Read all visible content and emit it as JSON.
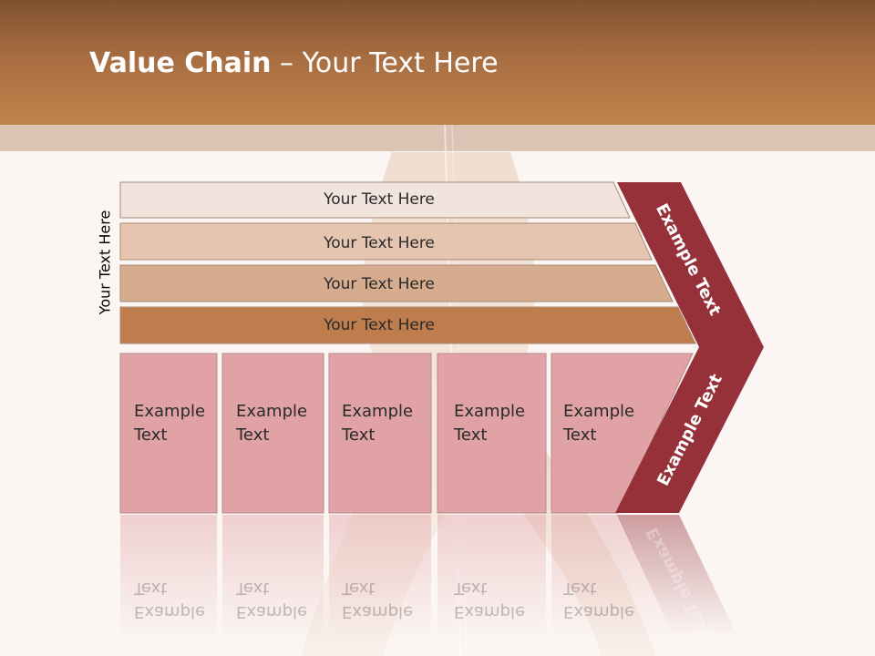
{
  "title": {
    "bold": "Value Chain",
    "rest": " – Your Text Here"
  },
  "side_label": "Your Text Here",
  "bars": [
    "Your Text Here",
    "Your Text Here",
    "Your Text Here",
    "Your Text Here"
  ],
  "boxes": [
    {
      "line1": "Example",
      "line2": "Text"
    },
    {
      "line1": "Example",
      "line2": "Text"
    },
    {
      "line1": "Example",
      "line2": "Text"
    },
    {
      "line1": "Example",
      "line2": "Text"
    },
    {
      "line1": "Example",
      "line2": "Text"
    }
  ],
  "chevron": {
    "upper": "Example Text",
    "lower": "Example Text"
  },
  "colors": {
    "header": "#b57a48",
    "bar1": "#f1e4dc",
    "bar2": "#e5c4b0",
    "bar3": "#d5ac8e",
    "bar4": "#bf7d4e",
    "box": "#e0a2a4",
    "chevron": "#96313a"
  }
}
